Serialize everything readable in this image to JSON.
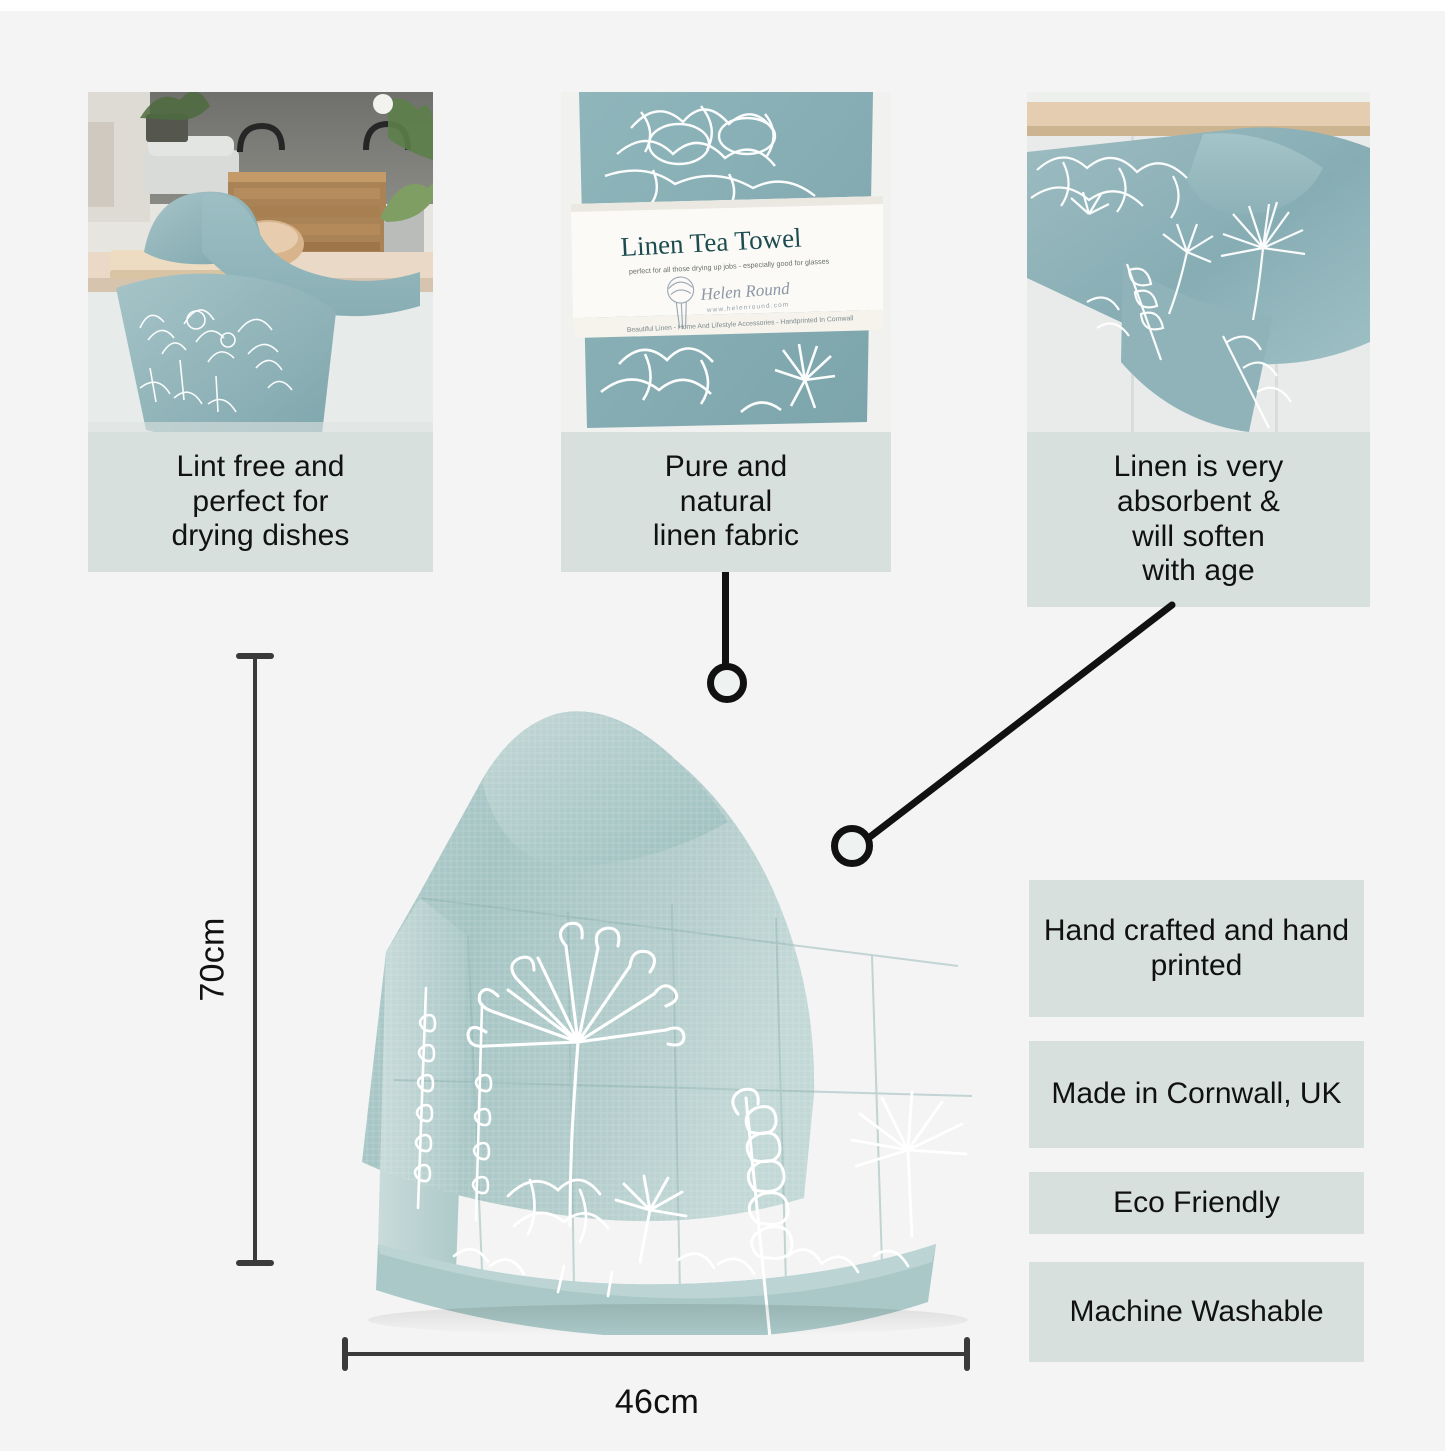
{
  "page": {
    "title": "Linen Tea Towel product infographic",
    "background_color": "#f4f4f4",
    "accent_box_color": "#d7e0dd",
    "fabric_color": "#8fb4b9",
    "line_color": "#111111"
  },
  "photos": [
    {
      "id": "kitchen-scene",
      "alt": "Teal linen tea towel draped over a kitchen worktop with bread board, wooden crate and plants"
    },
    {
      "id": "packaged-towel",
      "alt": "Folded teal linen tea towel in a paper belly band",
      "label": {
        "title": "Linen Tea Towel",
        "tagline": "perfect for all those drying up jobs - especially good for glasses",
        "brand": "Helen Round",
        "website": "www.helenround.com",
        "footer": "Beautiful Linen - Home And Lifestyle Accessories - Handprinted In Cornwall"
      }
    },
    {
      "id": "folded-detail",
      "alt": "Close up of teal linen fabric with white botanical line drawings"
    }
  ],
  "captions": [
    {
      "lines": [
        "Lint free and",
        "perfect for",
        "drying dishes"
      ]
    },
    {
      "lines": [
        "Pure and",
        "natural",
        "linen fabric"
      ]
    },
    {
      "lines": [
        "Linen is very",
        "absorbent &",
        "will soften",
        "with age"
      ]
    }
  ],
  "features": [
    {
      "lines": [
        "Hand crafted",
        "and hand",
        "printed"
      ]
    },
    {
      "lines": [
        "Made in",
        "Cornwall, UK"
      ]
    },
    {
      "lines": [
        "Eco Friendly"
      ]
    },
    {
      "lines": [
        "Machine",
        "Washable"
      ]
    }
  ],
  "dimensions": {
    "height_label": "70cm",
    "width_label": "46cm"
  },
  "hero": {
    "alt": "Sage green linen tea towel draped, printed with white allium, fern and daisy botanical line art"
  }
}
